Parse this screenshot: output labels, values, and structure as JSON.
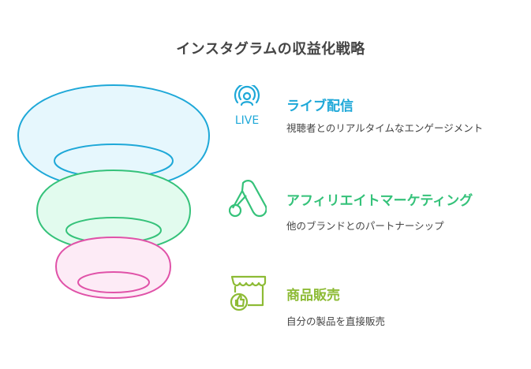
{
  "title": "インスタグラムの収益化戦略",
  "colors": {
    "blue": "#1ea8d8",
    "green": "#35c27a",
    "pink": "#e052a8",
    "olive": "#8dbb35"
  },
  "items": [
    {
      "heading": "ライブ配信",
      "description": "視聴者とのリアルタイムなエンゲージメント",
      "icon": "live-stream-icon",
      "icon_text": "LIVE"
    },
    {
      "heading": "アフィリエイトマーケティング",
      "description": "他のブランドとのパートナーシップ",
      "icon": "affiliate-ads-icon"
    },
    {
      "heading": "商品販売",
      "description": "自分の製品を直接販売",
      "icon": "shop-like-icon"
    }
  ]
}
